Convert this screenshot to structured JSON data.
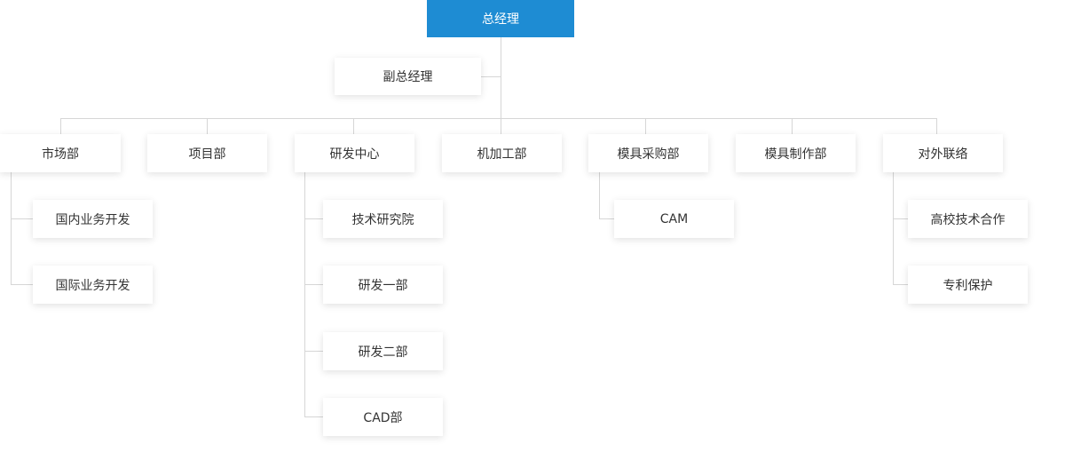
{
  "root": {
    "label": "总经理",
    "color": "#1e8cd3"
  },
  "deputy": {
    "label": "副总经理"
  },
  "departments": [
    {
      "label": "市场部",
      "children": [
        "国内业务开发",
        "国际业务开发"
      ]
    },
    {
      "label": "项目部",
      "children": []
    },
    {
      "label": "研发中心",
      "children": [
        "技术研究院",
        "研发一部",
        "研发二部",
        "CAD部"
      ]
    },
    {
      "label": "机加工部",
      "children": []
    },
    {
      "label": "模具采购部",
      "children": [
        "CAM"
      ]
    },
    {
      "label": "模具制作部",
      "children": []
    },
    {
      "label": "对外联络",
      "children": [
        "高校技术合作",
        "专利保护"
      ]
    }
  ]
}
